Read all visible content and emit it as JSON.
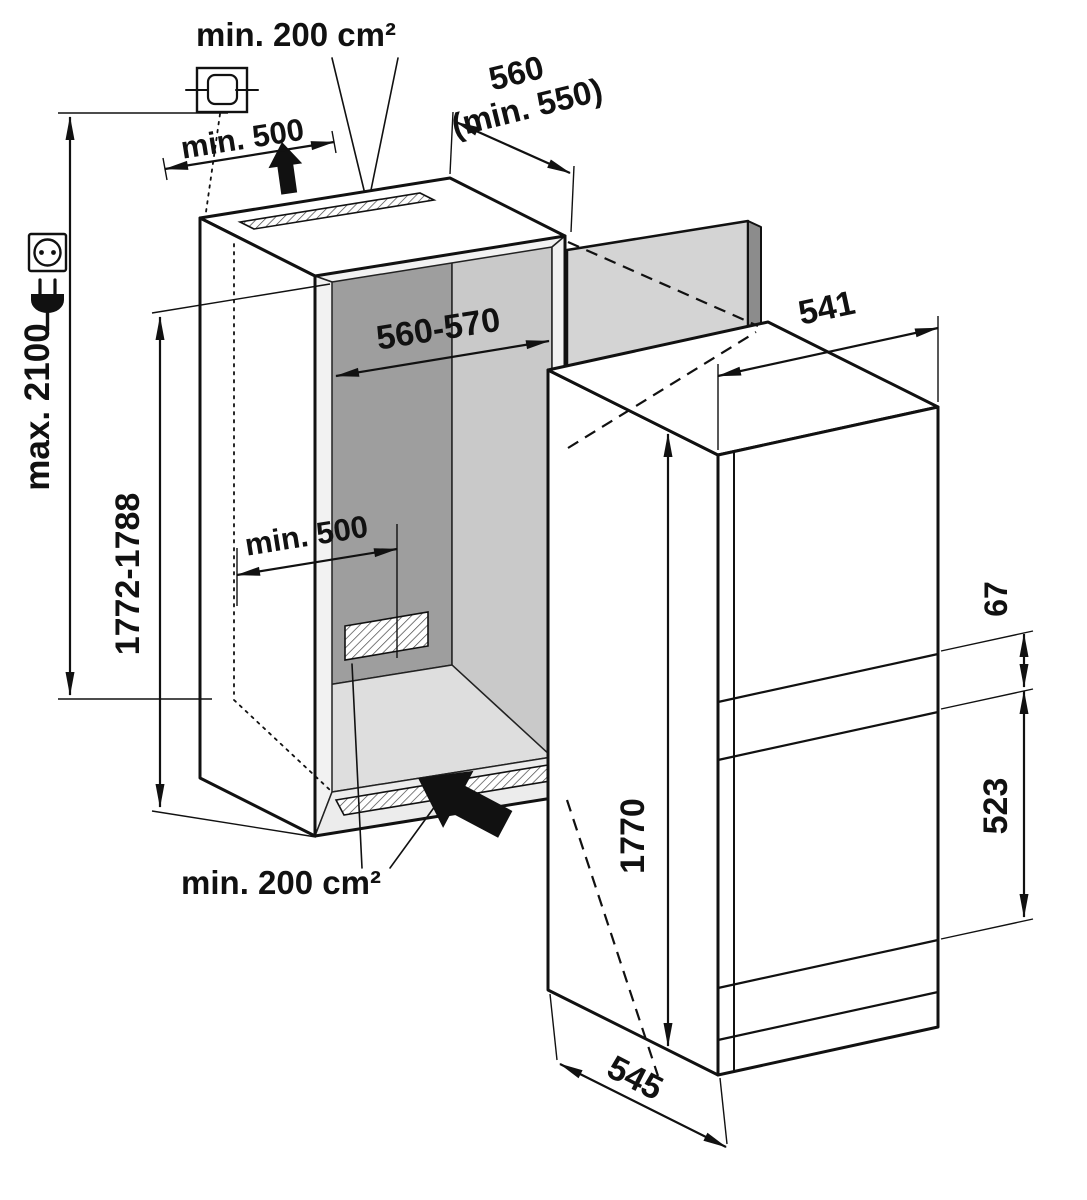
{
  "diagram": {
    "title": "built-in refrigerator installation drawing",
    "labels": {
      "vent_top": "min. 200 cm²",
      "clearance_top": "min. 500",
      "niche_depth": "560",
      "niche_depth_min": "(min. 550)",
      "ceiling_max": "max. 2100",
      "niche_height": "1772-1788",
      "niche_width": "560-570",
      "clearance_rear": "min. 500",
      "vent_bottom": "min. 200 cm²",
      "appliance_width": "541",
      "appliance_height": "1770",
      "door_gap": "67",
      "lower_door_height": "523",
      "appliance_depth": "545"
    },
    "icons": {
      "junction_box": "ceiling-junction-box-icon",
      "power_socket": "power-socket-plug-icon"
    },
    "colors": {
      "line": "#111111",
      "wall_dark": "#9e9e9e",
      "wall_mid": "#c9c9c9",
      "floor": "#dedede",
      "panel": "#d4d4d4"
    }
  }
}
